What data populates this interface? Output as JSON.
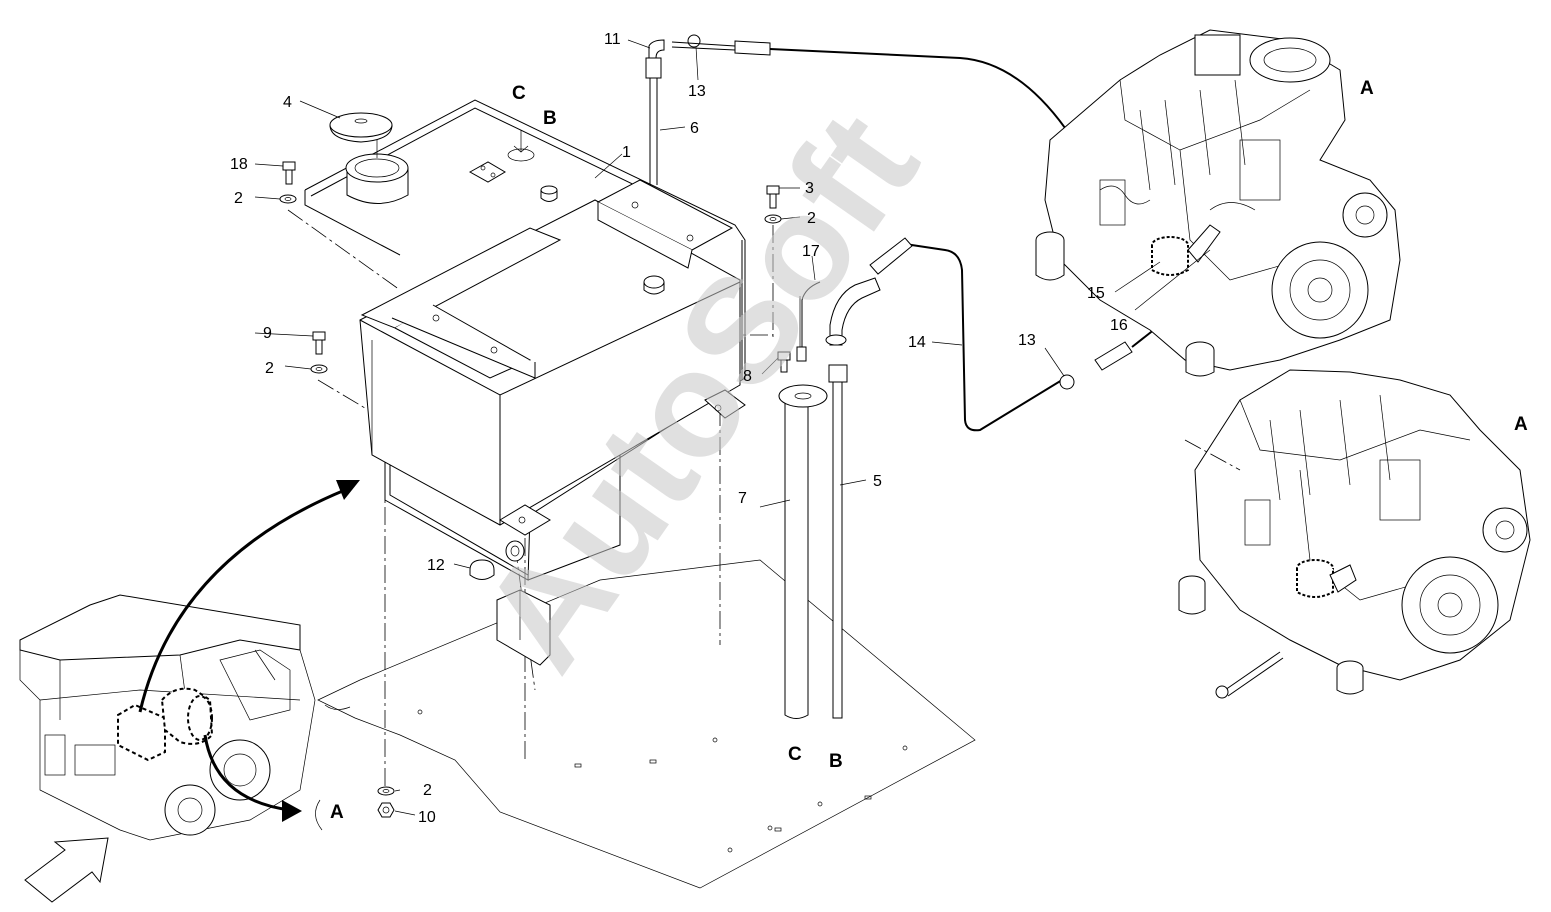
{
  "callouts": {
    "p1": "1",
    "p2a": "2",
    "p2b": "2",
    "p2c": "2",
    "p2d": "2",
    "p3": "3",
    "p4": "4",
    "p5": "5",
    "p6": "6",
    "p7": "7",
    "p8": "8",
    "p9": "9",
    "p10": "10",
    "p11": "11",
    "p12": "12",
    "p13a": "13",
    "p13b": "13",
    "p14": "14",
    "p15": "15",
    "p16": "16",
    "p17": "17",
    "p18": "18"
  },
  "refs": {
    "c_top": "C",
    "b_top": "B",
    "c_bottom": "C",
    "b_bottom": "B",
    "a_engine1": "A",
    "a_engine2": "A",
    "a_vehicle": "A"
  },
  "watermark": "AutoSoft"
}
